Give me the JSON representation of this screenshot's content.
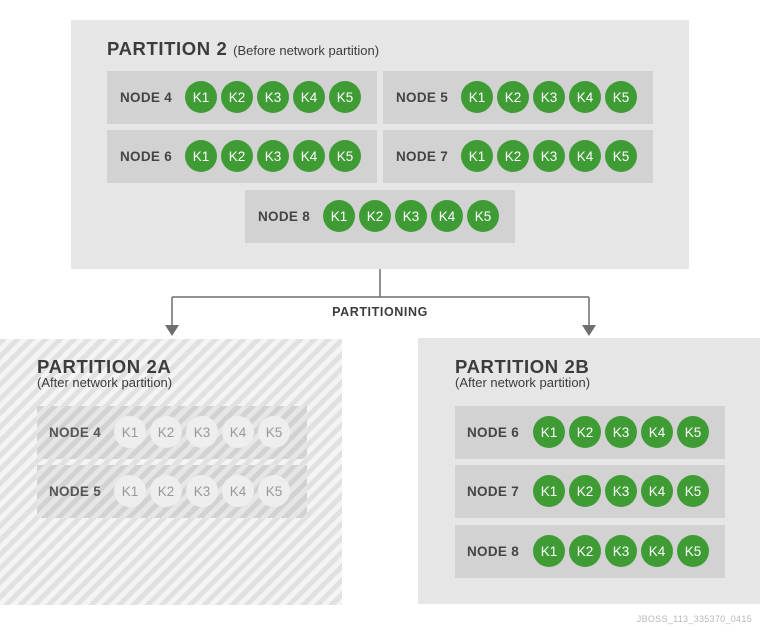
{
  "partition2": {
    "title": "PARTITION 2",
    "subtitle": "(Before network partition)",
    "nodes": [
      {
        "label": "NODE 4",
        "keys": [
          "K1",
          "K2",
          "K3",
          "K4",
          "K5"
        ]
      },
      {
        "label": "NODE 5",
        "keys": [
          "K1",
          "K2",
          "K3",
          "K4",
          "K5"
        ]
      },
      {
        "label": "NODE 6",
        "keys": [
          "K1",
          "K2",
          "K3",
          "K4",
          "K5"
        ]
      },
      {
        "label": "NODE 7",
        "keys": [
          "K1",
          "K2",
          "K3",
          "K4",
          "K5"
        ]
      },
      {
        "label": "NODE 8",
        "keys": [
          "K1",
          "K2",
          "K3",
          "K4",
          "K5"
        ]
      }
    ]
  },
  "connector": {
    "label": "PARTITIONING"
  },
  "partition2a": {
    "title": "PARTITION 2A",
    "subtitle": "(After network partition)",
    "nodes": [
      {
        "label": "NODE 4",
        "keys": [
          "K1",
          "K2",
          "K3",
          "K4",
          "K5"
        ]
      },
      {
        "label": "NODE 5",
        "keys": [
          "K1",
          "K2",
          "K3",
          "K4",
          "K5"
        ]
      }
    ]
  },
  "partition2b": {
    "title": "PARTITION 2B",
    "subtitle": "(After network partition)",
    "nodes": [
      {
        "label": "NODE 6",
        "keys": [
          "K1",
          "K2",
          "K3",
          "K4",
          "K5"
        ]
      },
      {
        "label": "NODE 7",
        "keys": [
          "K1",
          "K2",
          "K3",
          "K4",
          "K5"
        ]
      },
      {
        "label": "NODE 8",
        "keys": [
          "K1",
          "K2",
          "K3",
          "K4",
          "K5"
        ]
      }
    ]
  },
  "footer": "JBOSS_113_335370_0415",
  "colors": {
    "key_active": "#3f9c35",
    "key_inactive": "#eeeeee",
    "panel": "#e6e6e6",
    "node": "#d2d2d2"
  }
}
